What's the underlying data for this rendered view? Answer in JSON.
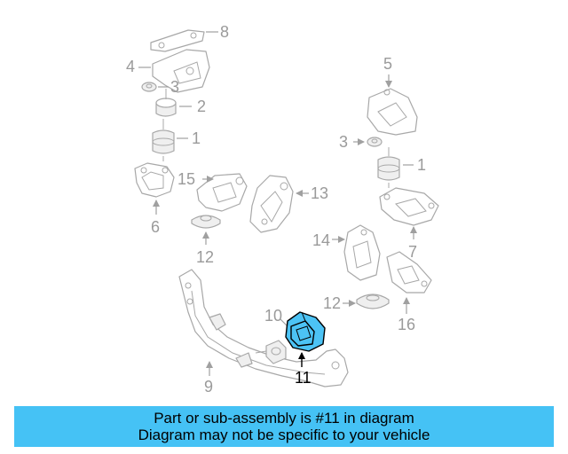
{
  "callouts": {
    "c8": "8",
    "c4": "4",
    "c3a": "3",
    "c2": "2",
    "c1a": "1",
    "c6": "6",
    "c15": "15",
    "c13": "13",
    "c12a": "12",
    "c5": "5",
    "c3b": "3",
    "c1b": "1",
    "c7": "7",
    "c14": "14",
    "c12b": "12",
    "c16": "16",
    "c10": "10",
    "c9": "9",
    "c11": "11"
  },
  "highlight": {
    "part_number": "11",
    "color": "#4cc3f5"
  },
  "banner": {
    "line1": "Part or sub-assembly is #11 in diagram",
    "line2": "Diagram may not be specific to your vehicle",
    "color": "#45c2f5"
  }
}
